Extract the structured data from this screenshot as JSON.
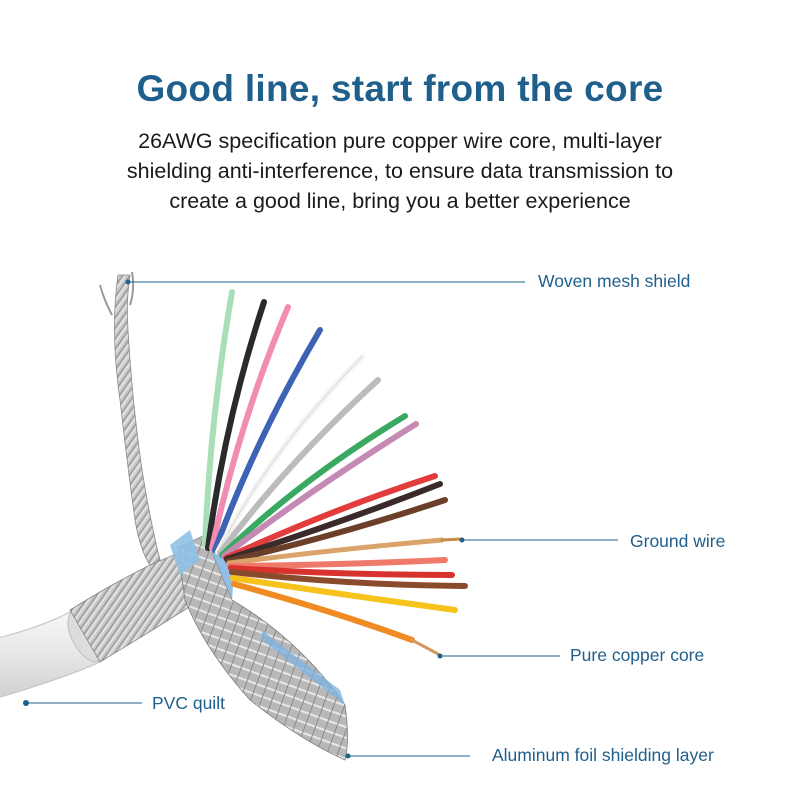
{
  "heading": {
    "title": "Good line, start from the core",
    "subtitle_lines": [
      "26AWG specification pure copper wire core, multi-layer",
      "shielding anti-interference, to ensure data transmission to",
      "create a good line, bring you a better experience"
    ]
  },
  "callouts": {
    "woven_mesh": "Woven mesh shield",
    "ground_wire": "Ground wire",
    "copper_core": "Pure copper core",
    "pvc": "PVC quilt",
    "aluminum_foil": "Aluminum foil shielding layer"
  },
  "colors": {
    "title": "#1f5f8b",
    "body_text": "#1a1a1a",
    "leader_line": "#1f5f8b",
    "jacket": "#e9e9e9",
    "foil": "#7fb3de"
  }
}
